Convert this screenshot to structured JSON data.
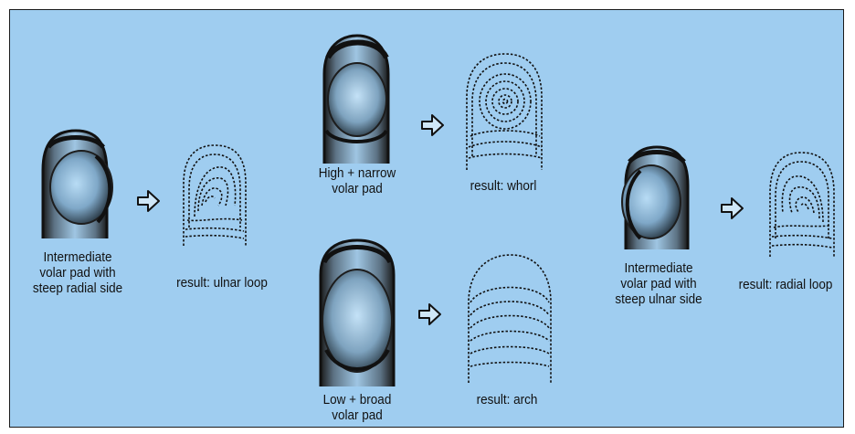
{
  "figure": {
    "background_color": "#9fcdf0",
    "ink_color": "#111111",
    "arrow_icon": "hollow-right-arrow-icon",
    "panels": [
      {
        "id": "ulnar",
        "pad_caption": "Intermediate\nvolar pad with\nsteep radial side",
        "result_caption": "result: ulnar loop",
        "pattern": "ulnar-loop"
      },
      {
        "id": "whorl",
        "pad_caption": "High + narrow\nvolar pad",
        "result_caption": "result: whorl",
        "pattern": "whorl"
      },
      {
        "id": "arch",
        "pad_caption": "Low + broad\nvolar pad",
        "result_caption": "result: arch",
        "pattern": "arch"
      },
      {
        "id": "radial",
        "pad_caption": "Intermediate\nvolar pad with\nsteep ulnar side",
        "result_caption": "result: radial loop",
        "pattern": "radial-loop"
      }
    ]
  }
}
